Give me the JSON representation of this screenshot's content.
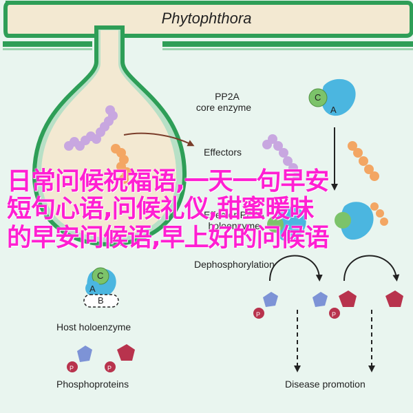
{
  "organism": "Phytophthora",
  "labels": {
    "pp2a_core": [
      "PP2A",
      "core enzyme"
    ],
    "effectors": "Effectors",
    "effector_holoenzyme": [
      "Effector-PP2A",
      "holoenzyme"
    ],
    "dephosphorylation": "Dephosphorylation",
    "host_holoenzyme": "Host holoenzyme",
    "phosphoproteins": "Phosphoproteins",
    "disease_promotion": "Disease promotion"
  },
  "subunits": {
    "a": "A",
    "b": "B",
    "c": "C",
    "p": "P"
  },
  "overlay_text": [
    "日常问候祝福语,一天一句早安",
    "短句心语,问候礼仪,甜蜜暖昧",
    "的早安问候语,早上好的问候语"
  ],
  "colors": {
    "background": "#e9f5ef",
    "membrane_green": "#2e9e57",
    "cytoplasm": "#f3e9d2",
    "effector_purple": "#c8a7e0",
    "effector_orange": "#f3a663",
    "subunit_a": "#4bb6e0",
    "subunit_c": "#7cc36a",
    "phospho_blue": "#7d93d6",
    "phospho_red": "#b8334d",
    "overlay_text": "#ff1fd2"
  }
}
